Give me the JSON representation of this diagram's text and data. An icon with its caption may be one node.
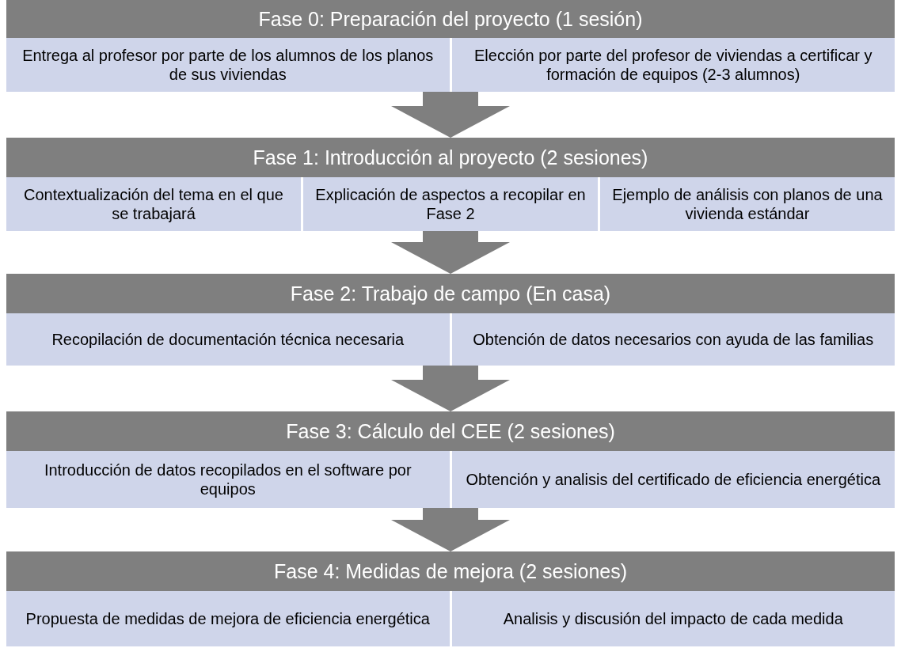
{
  "diagram": {
    "nodes": [
      {
        "text": [
          "Fase 0: Preparación del proyecto (1 sesión)"
        ]
      },
      {
        "text": [
          "Entrega al profesor por parte de los alumnos de los planos de sus viviendas"
        ],
        "in": 0
      },
      {
        "text": [
          "Elección por parte del profesor de viviendas a certificar y formación de equipos (2-3 alumnos)"
        ],
        "in": 0
      },
      {
        "text": [
          "Fase 1: Introducción al proyecto (2 sesiones)"
        ]
      },
      {
        "text": [
          "Contextualización del tema en el que se trabajará"
        ],
        "in": 3
      },
      {
        "text": [
          "Explicación de aspectos a recopilar en Fase 2"
        ],
        "in": 3
      },
      {
        "text": [
          "Ejemplo de análisis con planos de una vivienda estándar"
        ],
        "in": 3
      },
      {
        "text": [
          "Fase 2: Trabajo de campo (En casa)"
        ]
      },
      {
        "text": [
          "Recopilación de documentación técnica necesaria"
        ],
        "in": 7
      },
      {
        "text": [
          "Obtención de datos necesarios con ayuda de las familias"
        ],
        "in": 7
      },
      {
        "text": [
          "Fase 3: Cálculo del CEE (2 sesiones)"
        ]
      },
      {
        "text": [
          "Introducción de datos recopilados en el software por equipos"
        ],
        "in": 10
      },
      {
        "text": [
          "Obtención y analisis del certificado de eficiencia energética"
        ],
        "in": 10
      },
      {
        "text": [
          "Fase 4: Medidas de mejora (2 sesiones)"
        ]
      },
      {
        "text": [
          "Propuesta de medidas de mejora de eficiencia energética"
        ],
        "in": 13
      },
      {
        "text": [
          "Analisis y discusión del impacto de cada medida"
        ],
        "in": 13
      }
    ],
    "edges": [
      {
        "from": 0,
        "to": 3,
        "arrow": "to"
      },
      {
        "from": 3,
        "to": 7,
        "arrow": "to"
      },
      {
        "from": 7,
        "to": 10,
        "arrow": "to"
      },
      {
        "from": 10,
        "to": 13,
        "arrow": "to"
      }
    ]
  }
}
